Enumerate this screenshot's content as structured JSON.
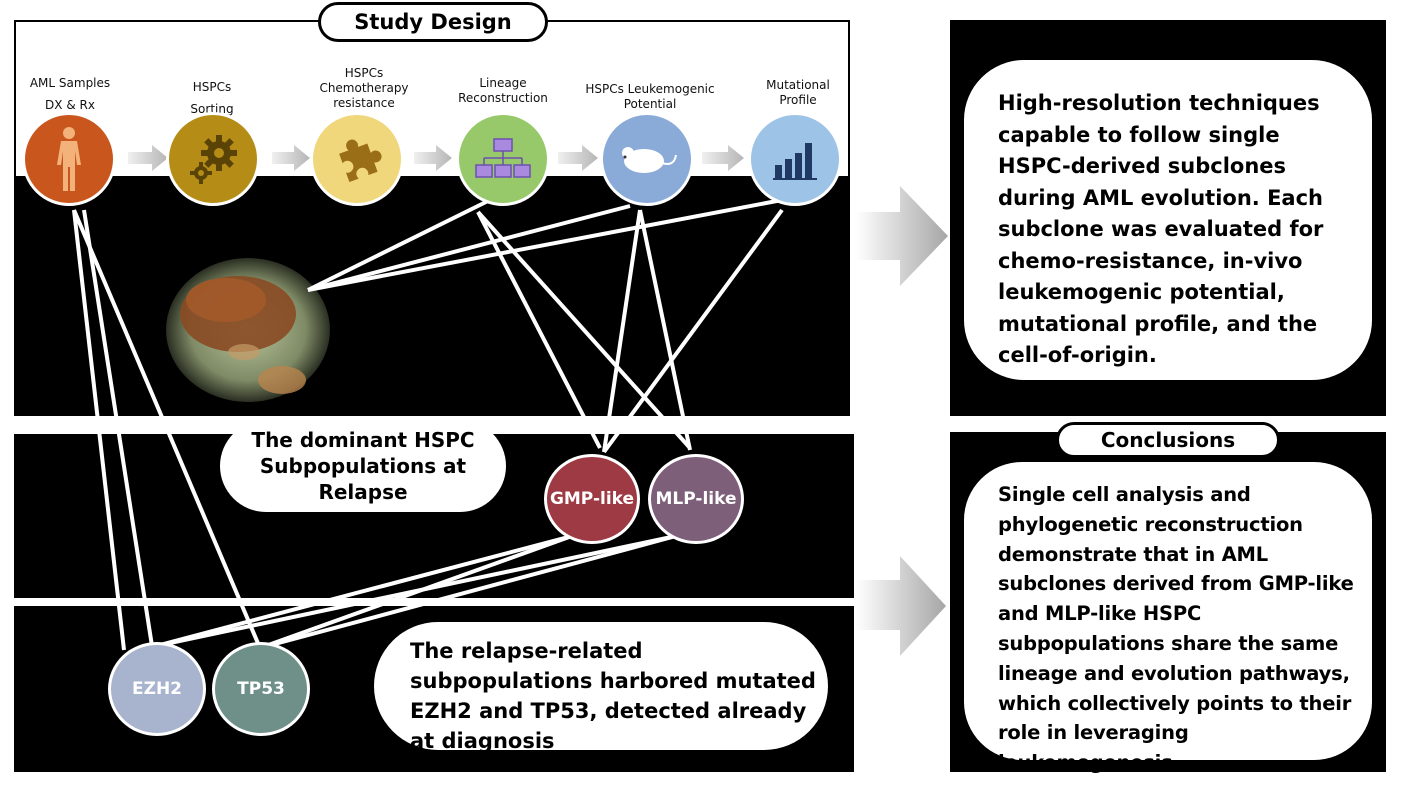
{
  "title": "Study Design",
  "steps": [
    {
      "line1": "AML Samples",
      "line2": "DX & Rx",
      "icon": "human-figure-icon",
      "color": "#c9571d"
    },
    {
      "line1": "HSPCs",
      "line2": "Sorting",
      "icon": "gears-icon",
      "color": "#b58d16"
    },
    {
      "line1": "HSPCs",
      "line2": "Chemotherapy resistance",
      "icon": "puzzle-icon",
      "color": "#f1d77b"
    },
    {
      "line1": "Lineage",
      "line2": "Reconstruction",
      "icon": "hierarchy-icon",
      "color": "#97c96a"
    },
    {
      "line1": "HSPCs Leukemogenic",
      "line2": "Potential",
      "icon": "mouse-icon",
      "color": "#8aaad8"
    },
    {
      "line1": "Mutational",
      "line2": "Profile",
      "icon": "bar-chart-icon",
      "color": "#9dc3e6"
    }
  ],
  "high_resolution_text": "High-resolution techniques capable to follow single HSPC-derived subclones during AML evolution. Each subclone was evaluated for chemo-resistance, in-vivo leukemogenic potential, mutational profile, and the cell-of-origin.",
  "dominant_text": "The dominant HSPC Subpopulations at Relapse",
  "subpopulations": [
    {
      "label": "GMP-like",
      "color": "#9e3a43"
    },
    {
      "label": "MLP-like",
      "color": "#7d5f79"
    }
  ],
  "genes": [
    {
      "label": "EZH2",
      "color": "#a8b3cd"
    },
    {
      "label": "TP53",
      "color": "#6f8f89"
    }
  ],
  "relapse_text": "The relapse-related subpopulations harbored mutated EZH2 and TP53, detected already at diagnosis",
  "conclusions_title": "Conclusions",
  "conclusions_text": "Single cell analysis and phylogenetic reconstruction demonstrate that in AML subclones derived from GMP-like and MLP-like HSPC subpopulations share the same lineage and evolution pathways, which collectively points to their role in leveraging leukemogenesis."
}
